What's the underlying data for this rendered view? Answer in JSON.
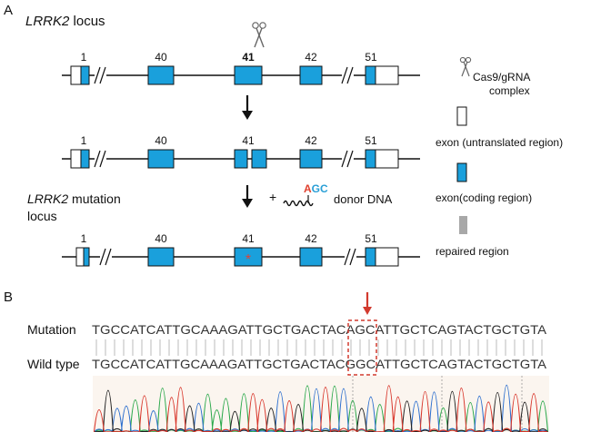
{
  "panel_a": {
    "letter": "A",
    "title_gene": "LRRK2",
    "title_rest": " locus",
    "exon_numbers": [
      "1",
      "40",
      "41",
      "42",
      "51"
    ],
    "mutation_title_gene": "LRRK2",
    "mutation_title_rest": " mutation",
    "mutation_title_line2": "locus",
    "plus": "+",
    "donor_label": "donor DNA",
    "donor_seq_red": "A",
    "donor_seq_blue": "GC",
    "mutation_mark": "*"
  },
  "legend": {
    "cas9_line1": "Cas9/gRNA",
    "cas9_line2": "complex",
    "utr": "exon (untranslated region)",
    "coding": "exon(coding region)",
    "repaired": "repaired region"
  },
  "panel_b": {
    "letter": "B",
    "mutation_label": "Mutation",
    "wildtype_label": "Wild type",
    "mutation_seq": "TGCCATCATTGCAAAGATTGCTGACTACAGCATTGCTCAGTACTGCTGTA",
    "wildtype_seq": "TGCCATCATTGCAAAGATTGCTGACTACGGCATTGCTCAGTACTGCTGTA"
  },
  "colors": {
    "exon_coding": "#1aa0dc",
    "exon_utr": "#ffffff",
    "repaired": "#a8a8a8",
    "mutation_mark": "#d9453b",
    "highlight_box": "#d23a2e",
    "donor_red": "#e0412f",
    "donor_blue": "#2a9fd6",
    "trace_A": "#2aa84a",
    "trace_C": "#2d6fce",
    "trace_G": "#222222",
    "trace_T": "#d8352a"
  }
}
